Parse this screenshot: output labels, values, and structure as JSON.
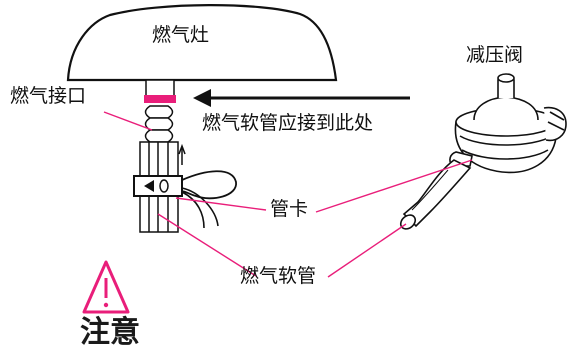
{
  "labels": {
    "stove": "燃气灶",
    "gas_inlet": "燃气接口",
    "valve": "减压阀",
    "instruction": "燃气软管应接到此处",
    "clamp": "管卡",
    "hose": "燃气软管",
    "warning": "注意"
  },
  "colors": {
    "accent": "#e91e7a",
    "line": "#111111",
    "background": "#ffffff"
  },
  "icons": [
    "warning-triangle-icon",
    "arrow-left-icon"
  ]
}
